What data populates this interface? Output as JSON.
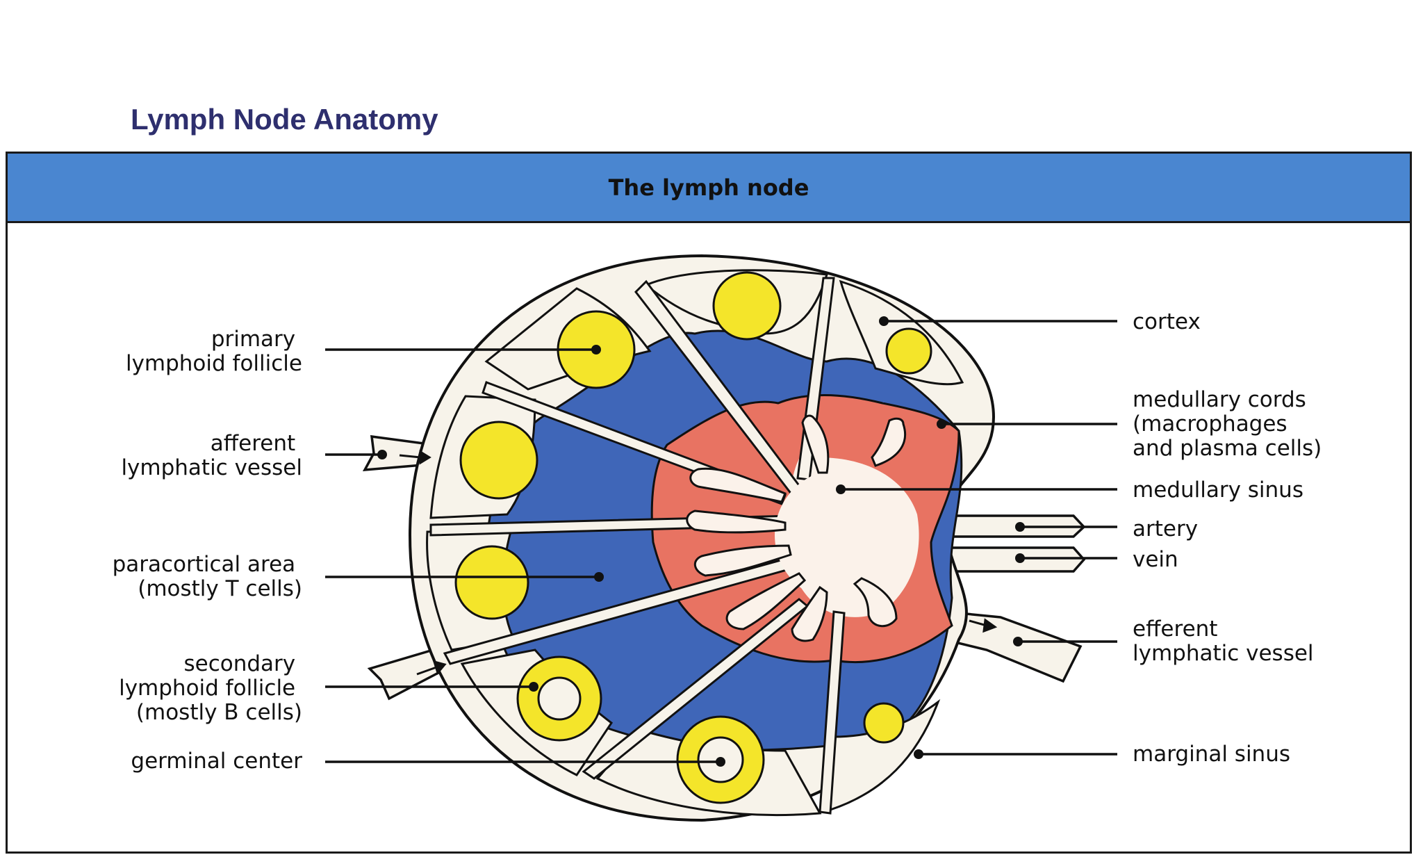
{
  "slide": {
    "title": "Lymph Node Anatomy"
  },
  "figure": {
    "heading": "The lymph node"
  },
  "labels_left": {
    "primary_follicle": [
      "primary",
      "lymphoid  follicle"
    ],
    "afferent_vessel": [
      "afferent",
      "lymphatic  vessel"
    ],
    "paracortical_area": [
      "paracortical  area",
      "(mostly  T  cells)"
    ],
    "secondary_follicle": [
      "secondary",
      "lymphoid  follicle",
      "(mostly  B  cells)"
    ],
    "germinal_center": [
      "germinal  center"
    ]
  },
  "labels_right": {
    "cortex": [
      "cortex"
    ],
    "medullary_cords": [
      "medullary  cords",
      "(macrophages",
      "and  plasma  cells)"
    ],
    "medullary_sinus": [
      "medullary  sinus"
    ],
    "artery": [
      "artery"
    ],
    "vein": [
      "vein"
    ],
    "efferent_vessel": [
      "efferent",
      "lymphatic  vessel"
    ],
    "marginal_sinus": [
      "marginal  sinus"
    ]
  },
  "colors": {
    "header": "#4a86d0",
    "title": "#2e2f6e",
    "capsule": "#f7f3ea",
    "paracortex": "#3f66b8",
    "medulla_cords": "#e87362",
    "medullary_sinus": "#fbf2ea",
    "follicle": "#f4e52a"
  }
}
